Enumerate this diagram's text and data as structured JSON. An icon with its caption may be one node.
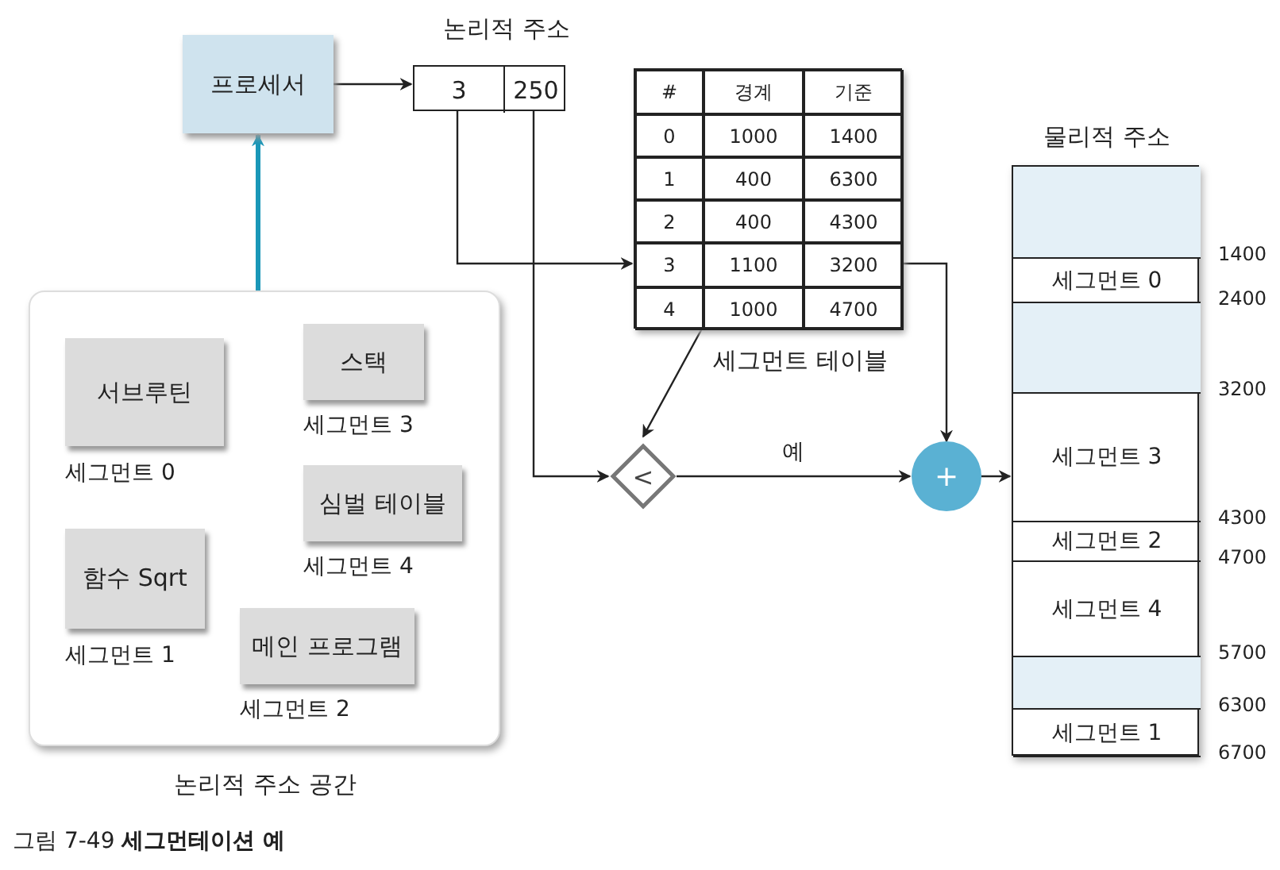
{
  "diagram": {
    "caption": "그림 7-49  **세그먼테이션 예**",
    "nodes": [
      {
        "text": [
          "프로세서"
        ]
      },
      {
        "text": [
          "논리적 주소"
        ]
      },
      {
        "text": [
          "3"
        ],
        "in": 1
      },
      {
        "text": [
          "250"
        ],
        "in": 1
      },
      {
        "text": [
          "세그먼트 테이블"
        ]
      },
      {
        "text": [
          "#"
        ],
        "in": 4
      },
      {
        "text": [
          "경계"
        ],
        "in": 4
      },
      {
        "text": [
          "기준"
        ],
        "in": 4
      },
      {
        "text": [
          "0"
        ],
        "in": 4
      },
      {
        "text": [
          "1000"
        ],
        "in": 4
      },
      {
        "text": [
          "1400"
        ],
        "in": 4
      },
      {
        "text": [
          "1"
        ],
        "in": 4
      },
      {
        "text": [
          "400"
        ],
        "in": 4
      },
      {
        "text": [
          "6300"
        ],
        "in": 4
      },
      {
        "text": [
          "2"
        ],
        "in": 4
      },
      {
        "text": [
          "400"
        ],
        "in": 4
      },
      {
        "text": [
          "4300"
        ],
        "in": 4
      },
      {
        "text": [
          "3"
        ],
        "in": 4
      },
      {
        "text": [
          "1100"
        ],
        "in": 4
      },
      {
        "text": [
          "3200"
        ],
        "in": 4
      },
      {
        "text": [
          "4"
        ],
        "in": 4
      },
      {
        "text": [
          "1000"
        ],
        "in": 4
      },
      {
        "text": [
          "4700"
        ],
        "in": 4
      },
      {
        "text": [
          "<"
        ]
      },
      {
        "text": [
          "+"
        ]
      },
      {
        "text": [
          "물리적 주소"
        ]
      },
      {
        "text": [],
        "shape": "box",
        "in": 25
      },
      {
        "text": [
          "세그먼트 0"
        ],
        "in": 25
      },
      {
        "text": [],
        "shape": "box",
        "in": 25
      },
      {
        "text": [
          "세그먼트 3"
        ],
        "in": 25
      },
      {
        "text": [
          "세그먼트 2"
        ],
        "in": 25
      },
      {
        "text": [
          "세그먼트 4"
        ],
        "in": 25
      },
      {
        "text": [],
        "shape": "box",
        "in": 25
      },
      {
        "text": [
          "세그먼트 1"
        ],
        "in": 25
      },
      {
        "text": [
          "논리적 주소 공간"
        ]
      },
      {
        "text": [
          "서브루틴"
        ],
        "beside": [
          "세그먼트 0"
        ],
        "in": 34
      },
      {
        "text": [
          "스택"
        ],
        "beside": [
          "세그먼트 3"
        ],
        "in": 34
      },
      {
        "text": [
          "심벌 테이블"
        ],
        "beside": [
          "세그먼트 4"
        ],
        "in": 34
      },
      {
        "text": [
          "함수 Sqrt"
        ],
        "beside": [
          "세그먼트 1"
        ],
        "in": 34
      },
      {
        "text": [
          "메인 프로그램"
        ],
        "beside": [
          "세그먼트 2"
        ],
        "in": 34
      }
    ],
    "edges": [
      {
        "from": 34,
        "to": 0,
        "arrow": "to",
        "style": "thick",
        "color": "#1a97b8"
      },
      {
        "from": 0,
        "to": 1,
        "arrow": "to"
      },
      {
        "from": 2,
        "to": 17,
        "arrow": "to"
      },
      {
        "from": 3,
        "to": 23,
        "arrow": "to"
      },
      {
        "from": 18,
        "to": 23,
        "arrow": "to"
      },
      {
        "from": 19,
        "to": 24,
        "arrow": "to"
      },
      {
        "from": 23,
        "to": 24,
        "arrow": "to",
        "label": "예"
      },
      {
        "from": 24,
        "to": 25,
        "arrow": "to"
      }
    ],
    "labels": [
      "1400",
      "2400",
      "3200",
      "4300",
      "4700",
      "5700",
      "6300",
      "6700"
    ]
  }
}
